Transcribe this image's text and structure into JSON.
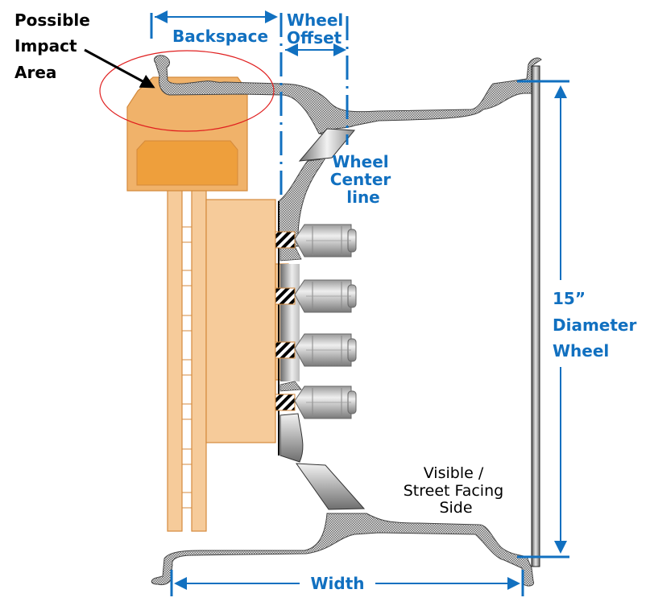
{
  "title": "Wheel Backspace and Offset Diagram",
  "labels": {
    "impact_area": [
      "Possible",
      "Impact",
      "Area"
    ],
    "backspace": "Backspace",
    "wheel_offset": [
      "Wheel",
      "Offset"
    ],
    "wheel_center_line": [
      "Wheel",
      "Center",
      "line"
    ],
    "diameter": [
      "15”",
      "Diameter",
      "Wheel"
    ],
    "visible_side": [
      "Visible /",
      "Street Facing",
      "Side"
    ],
    "width": "Width"
  },
  "colors": {
    "dimension_blue": "#1170c0",
    "impact_circle": "#e02020",
    "caliper_light": "#f0b26a",
    "caliper_dark": "#ee9f3c",
    "rotor": "#f6cb9a",
    "rotor_edge": "#d48a3c",
    "wheel_fill": "#bdbdbd"
  },
  "components": [
    "brake-caliper",
    "brake-rotor",
    "hub",
    "wheel-studs",
    "lug-nuts",
    "wheel-barrel",
    "wheel-spoke",
    "tire-sidewall"
  ],
  "lug_nut_count": 4
}
